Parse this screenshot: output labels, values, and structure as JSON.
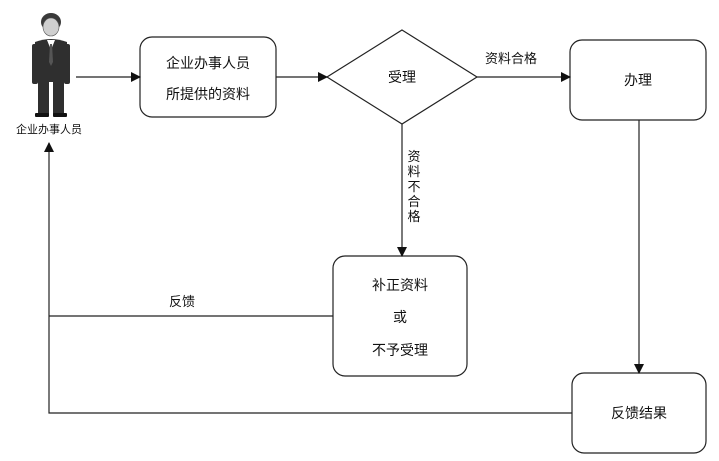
{
  "actor": {
    "label": "企业办事人员"
  },
  "nodes": {
    "submit": {
      "line1": "企业办事人员",
      "line2": "所提供的资料"
    },
    "accept": {
      "label": "受理"
    },
    "process": {
      "label": "办理"
    },
    "correct": {
      "line1": "补正资料",
      "line2": "或",
      "line3": "不予受理"
    },
    "result": {
      "label": "反馈结果"
    }
  },
  "edges": {
    "qualified": "资料合格",
    "unqualified": [
      "资",
      "料",
      "不",
      "合",
      "格"
    ],
    "feedback": "反馈"
  }
}
